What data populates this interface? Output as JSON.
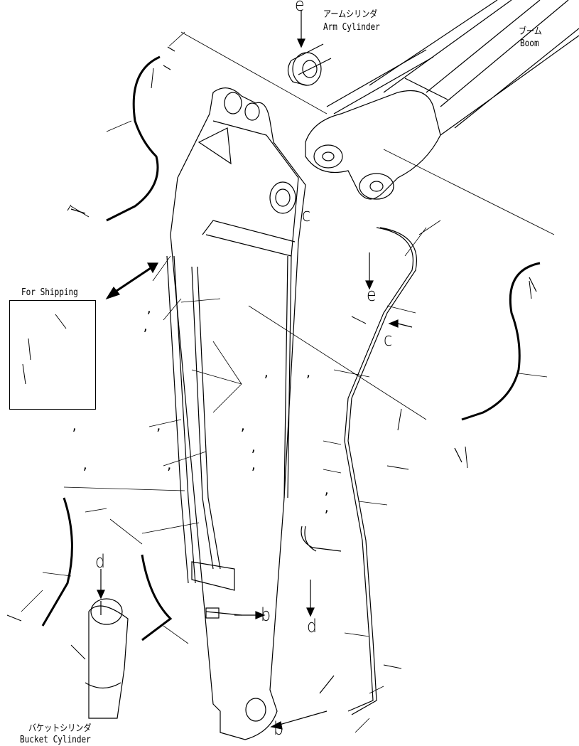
{
  "labels": {
    "arm_cylinder_jp": "アームシリンダ",
    "arm_cylinder_en": "Arm Cylinder",
    "boom_jp": "ブーム",
    "boom_en": "Boom",
    "bucket_cylinder_jp": "バケットシリンダ",
    "bucket_cylinder_en": "Bucket Cylinder",
    "for_shipping": "For Shipping"
  },
  "view_refs": {
    "e_top": "e",
    "c_upper": "c",
    "e_mid": "e",
    "c_mid": "c",
    "d_left": "d",
    "d_mid": "d",
    "b_mid": "b",
    "b_bottom": "b"
  },
  "part_callouts": {
    "c1": ",",
    "c2": ",",
    "c3": ", ,",
    "c4": ",   ,   ,",
    "c5": ",   ,   ,",
    "c6": ",",
    "c7": ",",
    "c8": ","
  }
}
